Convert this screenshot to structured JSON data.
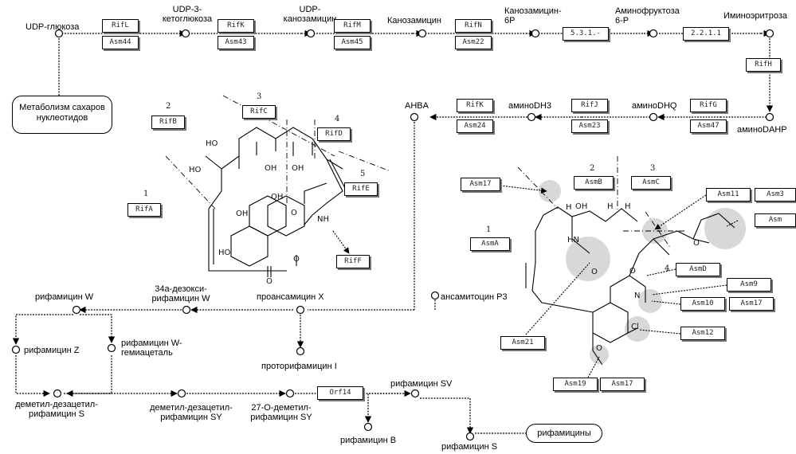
{
  "compounds": {
    "udp_glucose": "UDP-глюкоза",
    "udp3_keto": "UDP-3-\nкетоглюкоза",
    "udp_kanos": "UDP-\nканозамицин",
    "kanosamine": "Канозамицин",
    "kanosamine6p": "Канозамицин-\n6P",
    "aminofructose": "Аминофруктоза\n6-P",
    "iminoerythrose": "Иминоэритроза",
    "ahba": "AHBA",
    "aminodh3": "аминоDH3",
    "aminodhq": "аминоDHQ",
    "aminodahp": "аминоDAHP",
    "desoxy_w": "34а-дезокси-\nрифамицин W",
    "proansamycin": "проансамицин X",
    "ansamitocin": "ансамитоцин P3",
    "rifamycin_w": "рифамицин W",
    "rifamycin_z": "рифамицин Z",
    "rifamycin_w_hemi": "рифамицин W-\nгемиацеталь",
    "protorifamycin": "проторифамицин I",
    "demethyl_deacetyl_s": "деметил-дезацетил-\nрифамицин S",
    "demethyl_deacetyl_sy": "деметил-дезацетил-\nрифамицин SY",
    "o_demethyl_sy": "27-О-деметил-\nрифамицин SY",
    "rifamycin_sv": "рифамицин SV",
    "rifamycin_b": "рифамицин B",
    "rifamycin_s": "рифамицин S"
  },
  "external": {
    "sugar_metabolism": "Метаболизм сахаров\nнуклеотидов",
    "rifamycins": "рифамицины"
  },
  "enzymes": {
    "rifl": "RifL",
    "asm44": "Asm44",
    "rifk": "RifK",
    "asm43": "Asm43",
    "rifm": "RifM",
    "asm45": "Asm45",
    "rifn": "RifN",
    "asm22": "Asm22",
    "ec5311": "5.3.1.-",
    "ec2211": "2.2.1.1",
    "rifh": "RifH",
    "rifk2": "RifK",
    "asm24": "Asm24",
    "rifj": "RifJ",
    "asm23": "Asm23",
    "rifg": "RifG",
    "asm47": "Asm47",
    "rifb": "RifB",
    "rifc": "RifC",
    "rifd": "RifD",
    "rife": "RifE",
    "rifa": "RifA",
    "riff": "RifF",
    "asm17a": "Asm17",
    "asmb": "AsmB",
    "asmc": "AsmC",
    "asm11": "Asm11",
    "asm3": "Asm3",
    "asm_r": "Asm",
    "asma": "AsmA",
    "asmd": "AsmD",
    "asm9": "Asm9",
    "asm10": "Asm10",
    "asm17b": "Asm17",
    "asm12": "Asm12",
    "asm21": "Asm21",
    "asm19": "Asm19",
    "asm17c": "Asm17",
    "orf14": "Orf14"
  },
  "module_numbers": {
    "rif_1": "1",
    "rif_2": "2",
    "rif_3": "3",
    "rif_4": "4",
    "rif_5": "5",
    "asm_1": "1",
    "asm_2": "2",
    "asm_3": "3",
    "asm_4": "4"
  },
  "atoms": {
    "ho1": "HO",
    "ho2": "HO",
    "oh1": "OH",
    "oh2": "OH",
    "oh3": "OH",
    "oh4": "OH",
    "ho3": "HO",
    "o1": "O",
    "o2": "O",
    "o3": "O",
    "nh": "NH",
    "h1": "H",
    "oh5": "OH",
    "h2": "H",
    "h3": "H",
    "hn": "HN",
    "o4": "O",
    "o5": "O",
    "n": "N",
    "cl": "Cl",
    "o6": "O",
    "o7": "O"
  }
}
